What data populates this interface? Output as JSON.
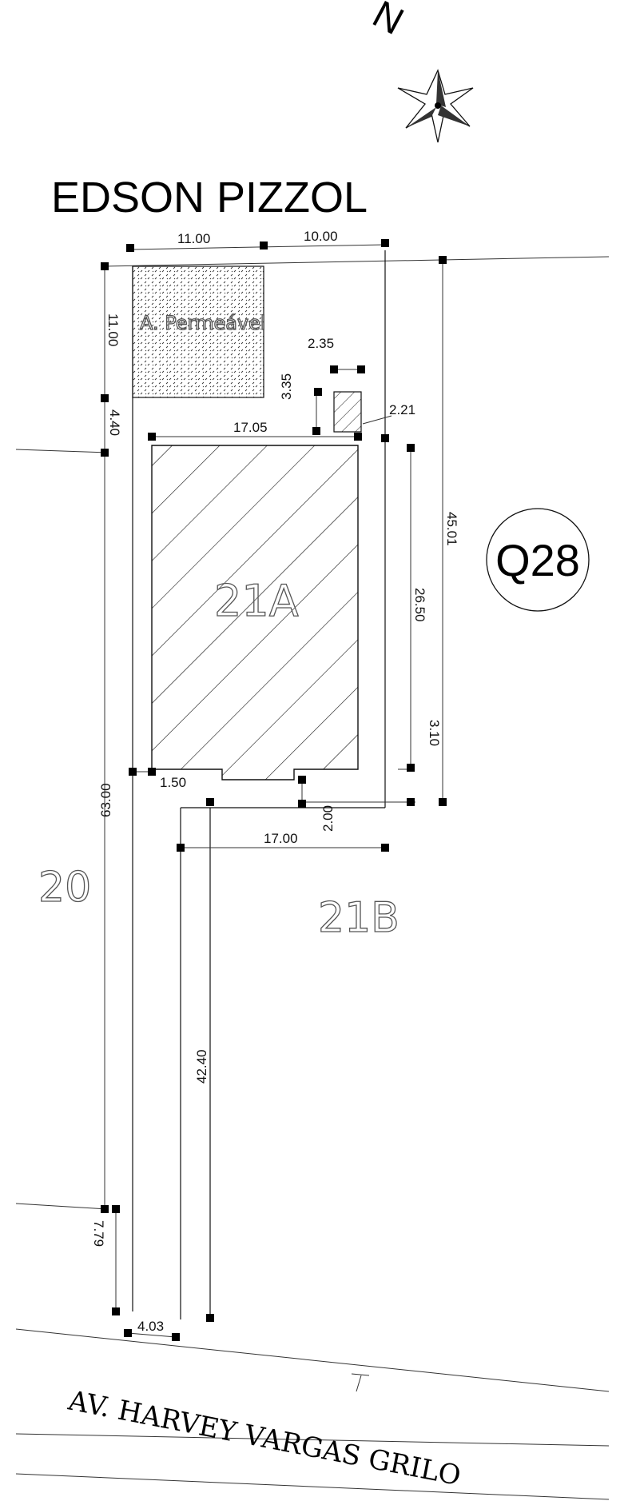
{
  "labels": {
    "north": "N",
    "top_street": "EDSON   PIZZOL",
    "bottom_street": "AV. HARVEY VARGAS GRILO",
    "block": "Q28",
    "lot_main": "21A",
    "lot_right": "21B",
    "lot_left": "20",
    "area_label": "A. Permeável"
  },
  "dimensions": {
    "top_left": "11.00",
    "top_right": "10.00",
    "side_permeable": "11.00",
    "small_width": "2.35",
    "small_height": "3.35",
    "gap_right": "2.21",
    "building_width": "17.05",
    "left_gap": "4.40",
    "total_right": "45.01",
    "building_depth": "26.50",
    "setback_right": "3.10",
    "setback_left": "1.50",
    "step": "2.00",
    "lower_width": "17.00",
    "total_left": "63.00",
    "corridor_length": "42.40",
    "bottom_left": "7.79",
    "front_width": "4.03"
  }
}
